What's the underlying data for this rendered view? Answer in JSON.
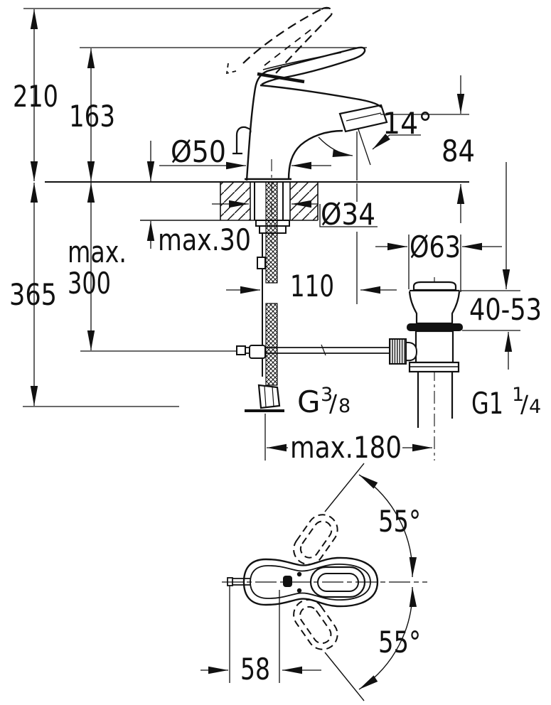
{
  "colors": {
    "ink": "#111111",
    "background": "#ffffff"
  },
  "side_view": {
    "total_height": "210",
    "handle_height": "163",
    "base_diameter": "Ø50",
    "spout_angle": "14°",
    "spout_height": "84",
    "hole_diameter": "Ø34",
    "counter_thickness": "max.30",
    "hose_reach_line1": "max.",
    "hose_reach_line2": "300",
    "total_depth": "365",
    "spout_reach": "110",
    "waste_flange_diameter": "Ø63",
    "clamping_range": "40-53",
    "supply_thread": {
      "prefix": "G",
      "numerator": "3",
      "slash": "/",
      "denominator": "8"
    },
    "waste_thread": {
      "prefix": "G1",
      "numerator": "1",
      "slash": "/",
      "denominator": "4"
    },
    "hole_spacing": "max.180"
  },
  "top_view": {
    "swivel_angle_upper": "55°",
    "swivel_angle_lower": "55°",
    "rod_offset": "58"
  }
}
